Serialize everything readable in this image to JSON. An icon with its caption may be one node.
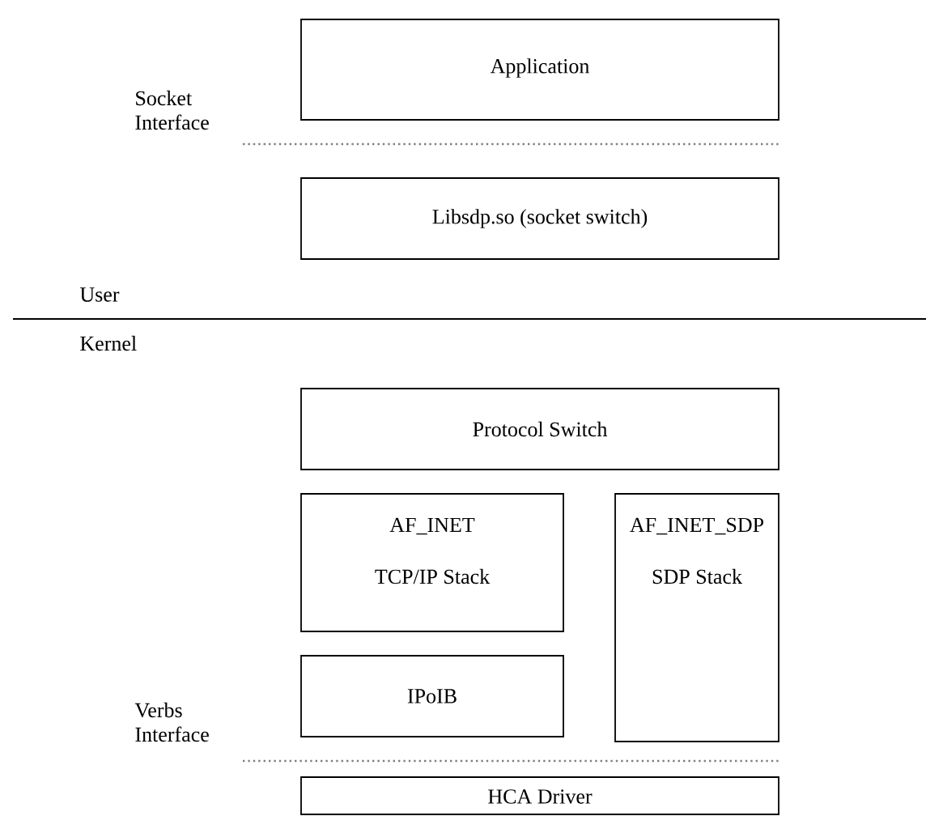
{
  "diagram": {
    "nodes": [
      {
        "text": [
          "Application"
        ]
      },
      {
        "text": [
          "Libsdp.so (socket switch)"
        ]
      },
      {
        "text": [
          "Protocol Switch"
        ]
      },
      {
        "text": [
          "AF_INET",
          "TCP/IP Stack"
        ]
      },
      {
        "text": [
          "AF_INET_SDP",
          "SDP Stack"
        ]
      },
      {
        "text": [
          "IPoIB"
        ]
      },
      {
        "text": [
          "HCA Driver"
        ]
      }
    ],
    "labels": [
      "Socket Interface",
      "User",
      "Kernel",
      "Verbs Interface"
    ]
  }
}
